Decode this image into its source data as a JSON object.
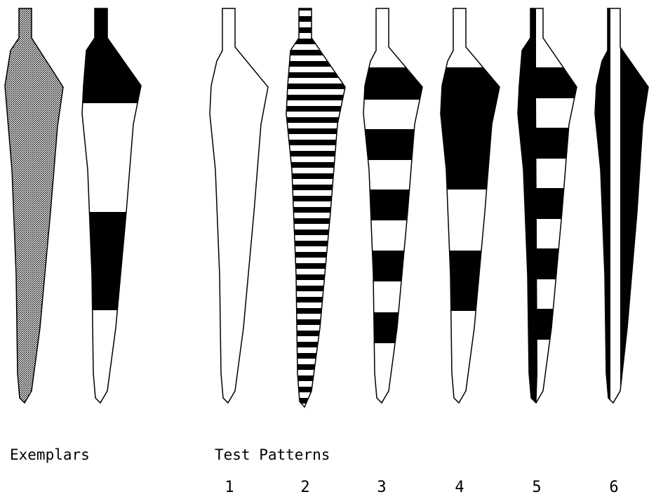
{
  "labels": {
    "exemplars": "Exemplars",
    "test_patterns": "Test Patterns"
  },
  "numbers": [
    "1",
    "2",
    "3",
    "4",
    "5",
    "6"
  ],
  "colors": {
    "ink": "#000000",
    "paper": "#ffffff",
    "hatch": "#8a8a8a"
  }
}
